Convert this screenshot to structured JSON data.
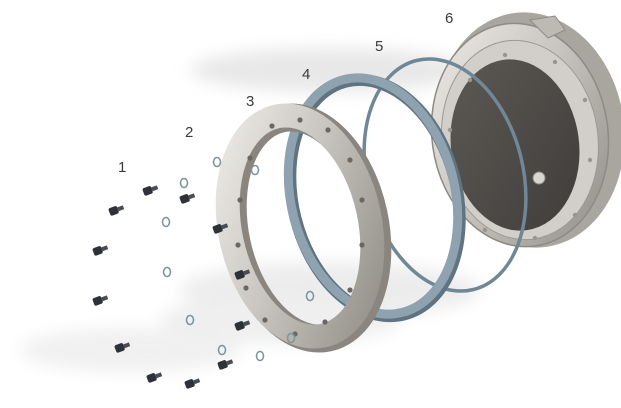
{
  "callouts": {
    "c1": "1",
    "c2": "2",
    "c3": "3",
    "c4": "4",
    "c5": "5",
    "c6": "6"
  },
  "colors": {
    "background": "#ffffff",
    "shadow": "#dcdcdc",
    "metal": "#c9c6c0",
    "metal_dark": "#8e8a84",
    "gasket": "#7f93a1",
    "oring": "#6f8797",
    "window": "#4e4b48",
    "screw": "#2e3136",
    "label": "#3a3a3a"
  }
}
